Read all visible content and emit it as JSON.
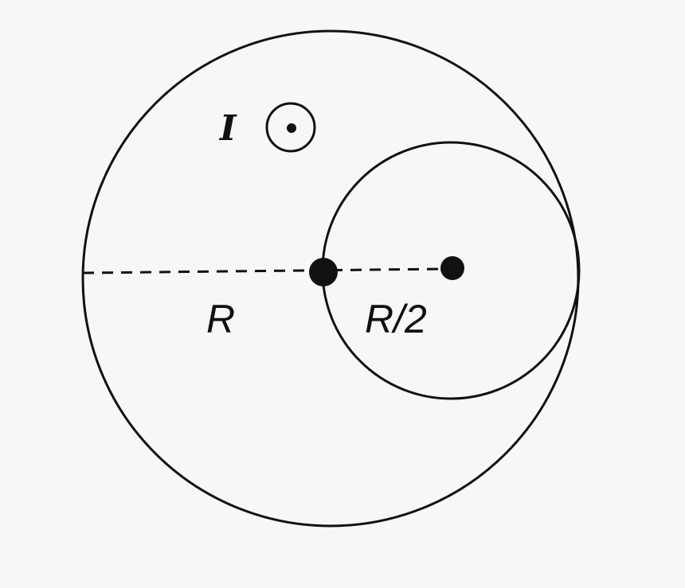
{
  "diagram": {
    "type": "physics-figure",
    "description": "Large circle of radius R with a smaller tangent circle of radius R/2 cut out; current I out of page",
    "labels": {
      "current": "I",
      "outer_radius": "R",
      "inner_radius": "R/2"
    },
    "symbols": {
      "current_direction": "out-of-page-icon"
    },
    "colors": {
      "ink": "#111111",
      "background": "#f7f7f7"
    }
  }
}
